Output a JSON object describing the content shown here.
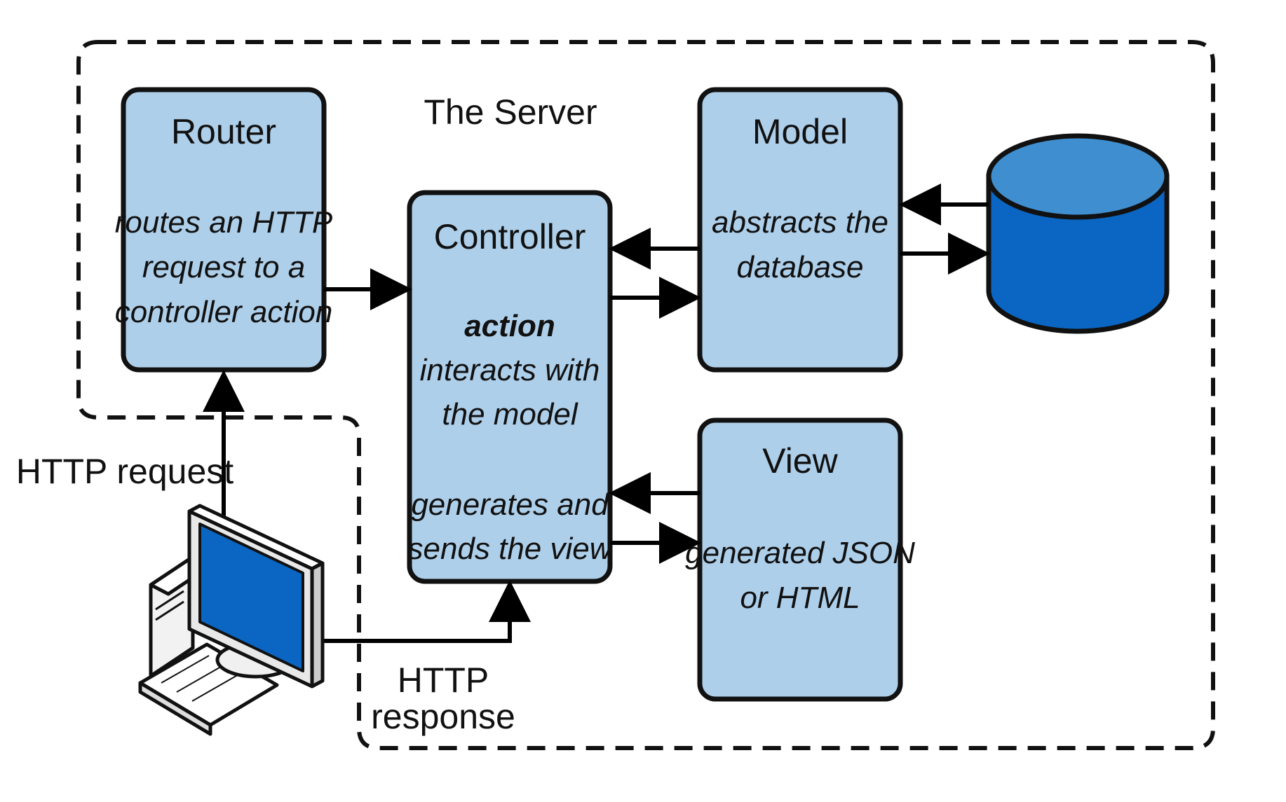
{
  "server_label": "The Server",
  "router": {
    "title": "Router",
    "desc": [
      "routes an HTTP",
      "request to a",
      "controller action"
    ]
  },
  "controller": {
    "title": "Controller",
    "action_label": "action",
    "desc1": [
      "interacts with",
      "the model"
    ],
    "desc2": [
      "generates and",
      "sends the view"
    ]
  },
  "model": {
    "title": "Model",
    "desc": [
      "abstracts the",
      "database"
    ]
  },
  "view": {
    "title": "View",
    "desc": [
      "generated JSON",
      "or HTML"
    ]
  },
  "labels": {
    "http_request": "HTTP request",
    "http_response": [
      "HTTP",
      "response"
    ]
  },
  "colors": {
    "box_fill": "#aecfea",
    "box_stroke": "#111111",
    "database_top": "#3f8fd0",
    "database_body": "#0a66c2",
    "monitor_screen": "#0a66c2",
    "arrow": "#000000"
  },
  "icons": {
    "database": "database-cylinder-icon",
    "client": "desktop-computer-icon"
  }
}
